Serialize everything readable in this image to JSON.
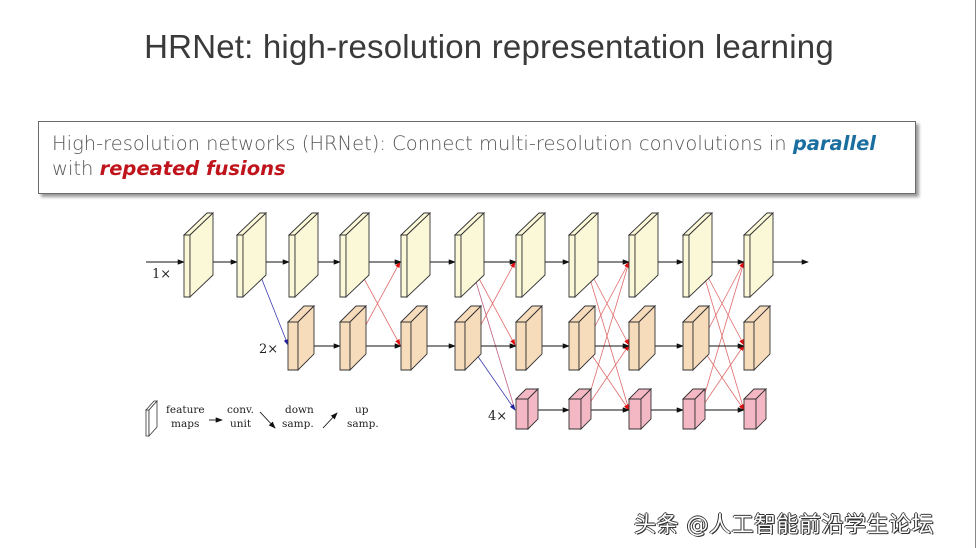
{
  "slide": {
    "title": "HRNet: high-resolution representation learning",
    "callout": {
      "line1_prefix": "High-resolution networks (HRNet): Connect multi-resolution convolutions in ",
      "line1_emphasis": "parallel",
      "line2_prefix": "with ",
      "line2_emphasis": "repeated fusions"
    },
    "colors": {
      "emphasis_blue": "#1a6fa0",
      "emphasis_red": "#c0141c",
      "row1_fill": "#fbf8d8",
      "row2_fill": "#f7dcbc",
      "row3_fill": "#f4b7c4",
      "fusion_line": "#e06a6a",
      "downsample_line": "#3b3bb0"
    },
    "watermark": "头条 @人工智能前沿学生论坛"
  },
  "diagram": {
    "row_labels": [
      "1×",
      "2×",
      "4×"
    ],
    "legend": {
      "feature_maps": [
        "feature",
        "maps"
      ],
      "conv_unit": [
        "conv.",
        "unit"
      ],
      "down_samp": [
        "down",
        "samp."
      ],
      "up_samp": [
        "up",
        "samp."
      ]
    },
    "rows": [
      {
        "resolution": "1×",
        "block_columns": [
          1,
          2,
          3,
          4,
          5,
          6,
          7,
          8,
          9,
          10,
          11
        ]
      },
      {
        "resolution": "2×",
        "block_columns": [
          3,
          4,
          5,
          6,
          7,
          8,
          9,
          10,
          11
        ]
      },
      {
        "resolution": "4×",
        "block_columns": [
          7,
          8,
          9,
          10,
          11
        ]
      }
    ]
  }
}
